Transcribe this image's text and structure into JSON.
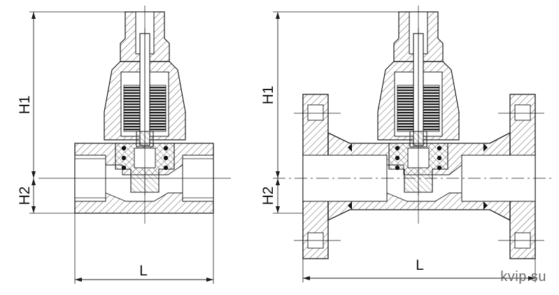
{
  "drawings": [
    {
      "variant": "threaded",
      "height_label": "H1",
      "center_height_label": "H2",
      "length_label": "L"
    },
    {
      "variant": "flanged",
      "height_label": "H1",
      "center_height_label": "H2",
      "length_label": "L"
    }
  ],
  "watermark": "kvip.su",
  "colors": {
    "line": "#1a1a1a",
    "hatch": "#555555",
    "background": "#ffffff"
  }
}
